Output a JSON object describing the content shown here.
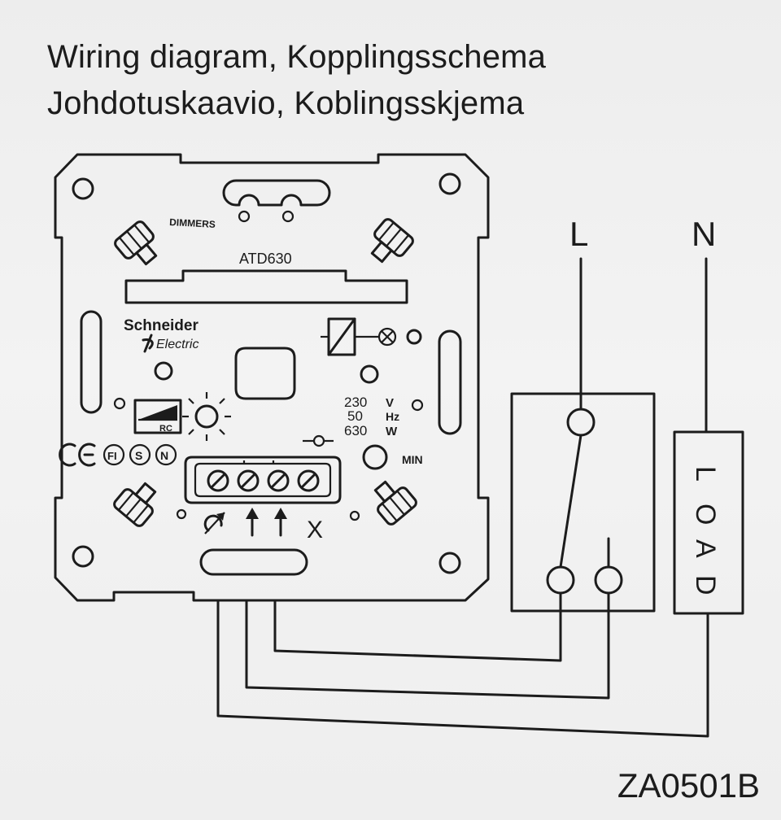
{
  "header": {
    "title_line1": "Wiring diagram, Kopplingsschema",
    "title_line2": "Johdotuskaavio, Koblingsskjema"
  },
  "device": {
    "category": "DIMMERS",
    "model": "ATD630",
    "brand": "Schneider",
    "brand_sub": "Electric",
    "voltage_value": "230",
    "voltage_unit": "V",
    "frequency_value": "50",
    "frequency_unit": "Hz",
    "power_value": "630",
    "power_unit": "W",
    "min_label": "MIN",
    "rc_label": "RC",
    "x_label": "X"
  },
  "supply": {
    "line_label": "L",
    "neutral_label": "N"
  },
  "load": {
    "letters": [
      "L",
      "O",
      "A",
      "D"
    ]
  },
  "footer": {
    "code": "ZA0501B"
  },
  "colors": {
    "ink": "#1c1c1c",
    "paper": "#f0f0f0"
  }
}
